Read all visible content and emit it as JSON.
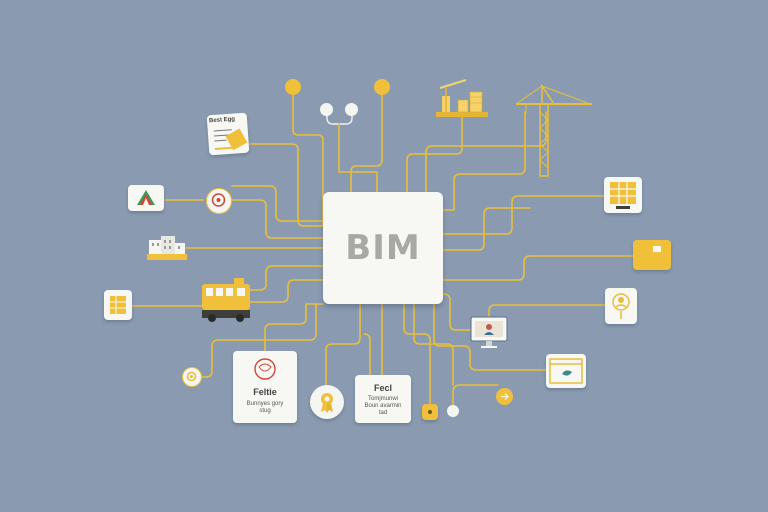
{
  "hub": {
    "label": "BIM"
  },
  "note_card": {
    "heading": "Best Egg"
  },
  "document_left": {
    "title": "Feltie",
    "body": "Bunnyes gory stug"
  },
  "document_center": {
    "title": "Fecl",
    "body": "Tomjmunwi Boun avarmin tad"
  },
  "colors": {
    "background": "#8a9bb1",
    "accent": "#f0c03a",
    "wire": "#e8be3c",
    "card": "#f7f7f3"
  }
}
